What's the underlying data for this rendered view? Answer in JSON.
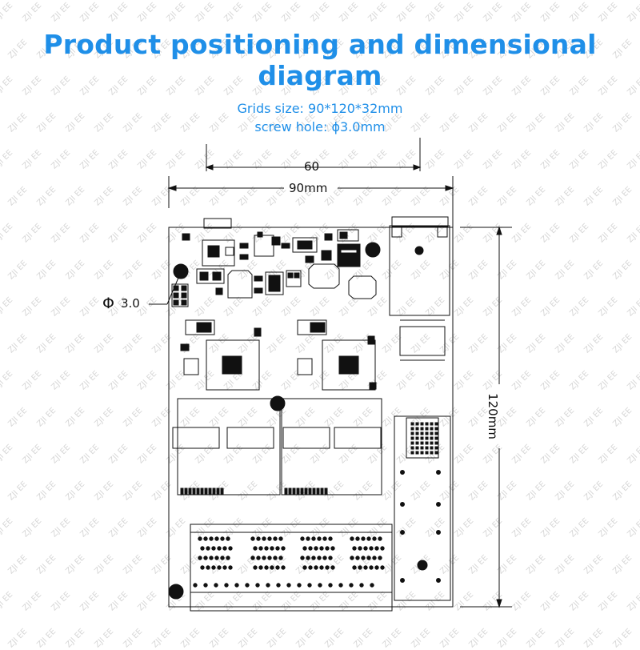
{
  "title": "Product positioning and dimensional diagram",
  "specs": {
    "grid_size": "Grids size: 90*120*32mm",
    "screw_hole": "screw hole: ϕ3.0mm"
  },
  "dimensions": {
    "hole_spacing": "60",
    "width": "90mm",
    "height": "120mm",
    "hole_diameter": "3.0",
    "diameter_symbol": "Φ"
  },
  "watermark": "ZJI EE",
  "colors": {
    "title": "#1f8fe8",
    "line": "#111111"
  }
}
